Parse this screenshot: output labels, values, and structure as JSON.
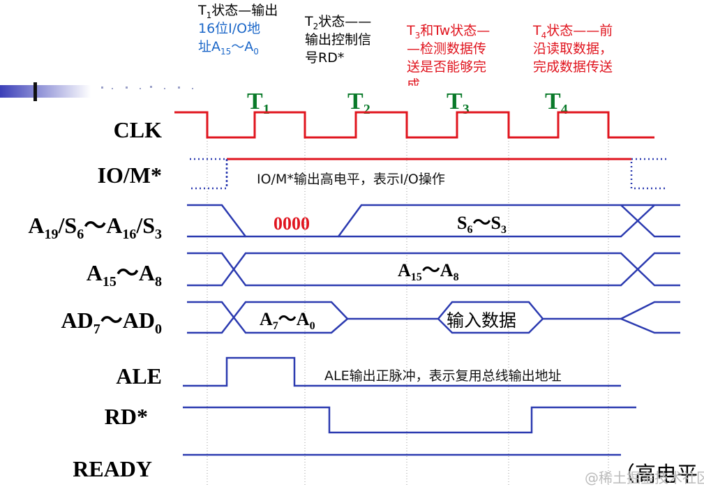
{
  "annotations": {
    "t1": {
      "prefix": "T",
      "sub": "1",
      "black_text": "状态—输出",
      "blue_text_1": "16位I/O地",
      "blue_text_2": "址A",
      "blue_sub_1": "15",
      "blue_mid": "～A",
      "blue_sub_2": "0"
    },
    "t2": {
      "prefix": "T",
      "sub": "2",
      "line1": "状态——",
      "line2": "输出控制信",
      "line3": "号RD*"
    },
    "t3": {
      "prefix": "T",
      "sub": "3",
      "line1": "和Tw状态—",
      "line2": "—检测数据传",
      "line3": "送是否能够完",
      "line4": "成"
    },
    "t4": {
      "prefix": "T",
      "sub": "4",
      "line1": "状态——前",
      "line2": "沿读取数据，",
      "line3": "完成数据传送"
    }
  },
  "states": [
    {
      "letter": "T",
      "sub": "1"
    },
    {
      "letter": "T",
      "sub": "2"
    },
    {
      "letter": "T",
      "sub": "3"
    },
    {
      "letter": "T",
      "sub": "4"
    }
  ],
  "signals": {
    "clk": "CLK",
    "iom": "IO/M*",
    "a19": {
      "p1": "A",
      "s1": "19",
      "p2": "/S",
      "s2": "6",
      "p3": "～A",
      "s3": "16",
      "p4": "/S",
      "s4": "3"
    },
    "a15": {
      "p1": "A",
      "s1": "15",
      "p2": "～A",
      "s2": "8"
    },
    "ad": {
      "p1": "AD",
      "s1": "7",
      "p2": "～AD",
      "s2": "0"
    },
    "ale": "ALE",
    "rd": "RD*",
    "ready": "READY"
  },
  "notes": {
    "iom": "IO/M*输出高电平，表示I/O操作",
    "ale": "ALE输出正脉冲，表示复用总线输出地址",
    "zero": "0000",
    "s6s3": {
      "p1": "S",
      "s1": "6",
      "p2": "～S",
      "s2": "3"
    },
    "a15a8": {
      "p1": "A",
      "s1": "15",
      "p2": "～A",
      "s2": "8"
    },
    "a7a0": {
      "p1": "A",
      "s1": "7",
      "p2": "～A",
      "s2": "0"
    },
    "input_data": "输入数据",
    "high_level": "（高电平",
    "watermark": "@稀土掘金技术社区"
  },
  "colors": {
    "clk": "#e0141e",
    "bus": "#2b3ab0",
    "annotation_red": "#e0141e",
    "annotation_blue": "#1a66c8",
    "state_green": "#0a7a2a"
  }
}
